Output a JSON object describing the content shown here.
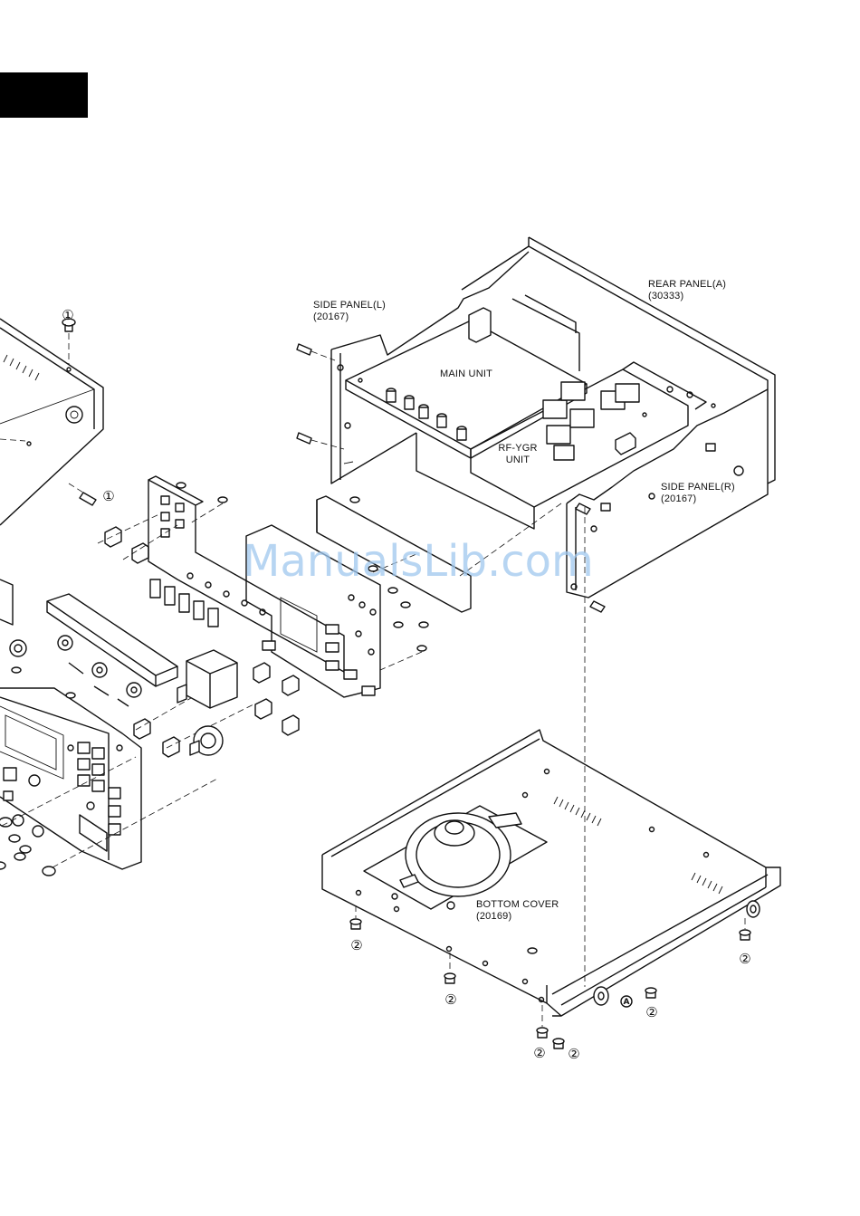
{
  "labels": {
    "side_panel_l": [
      "SIDE PANEL(L)",
      "(20167)"
    ],
    "rear_panel_a": [
      "REAR PANEL(A)",
      "(30333)"
    ],
    "main_unit": "MAIN UNIT",
    "rf_ygr_unit": [
      "RF-YGR",
      "UNIT"
    ],
    "side_panel_r": [
      "SIDE PANEL(R)",
      "(20167)"
    ],
    "bottom_cover": [
      "BOTTOM COVER",
      "(20169)"
    ]
  },
  "callouts": {
    "one": "①",
    "two": "②",
    "a": "A"
  },
  "watermark": "ManualsLib.com",
  "colors": {
    "line": "#111111",
    "background": "#ffffff",
    "watermark": "#9fc7ee"
  }
}
